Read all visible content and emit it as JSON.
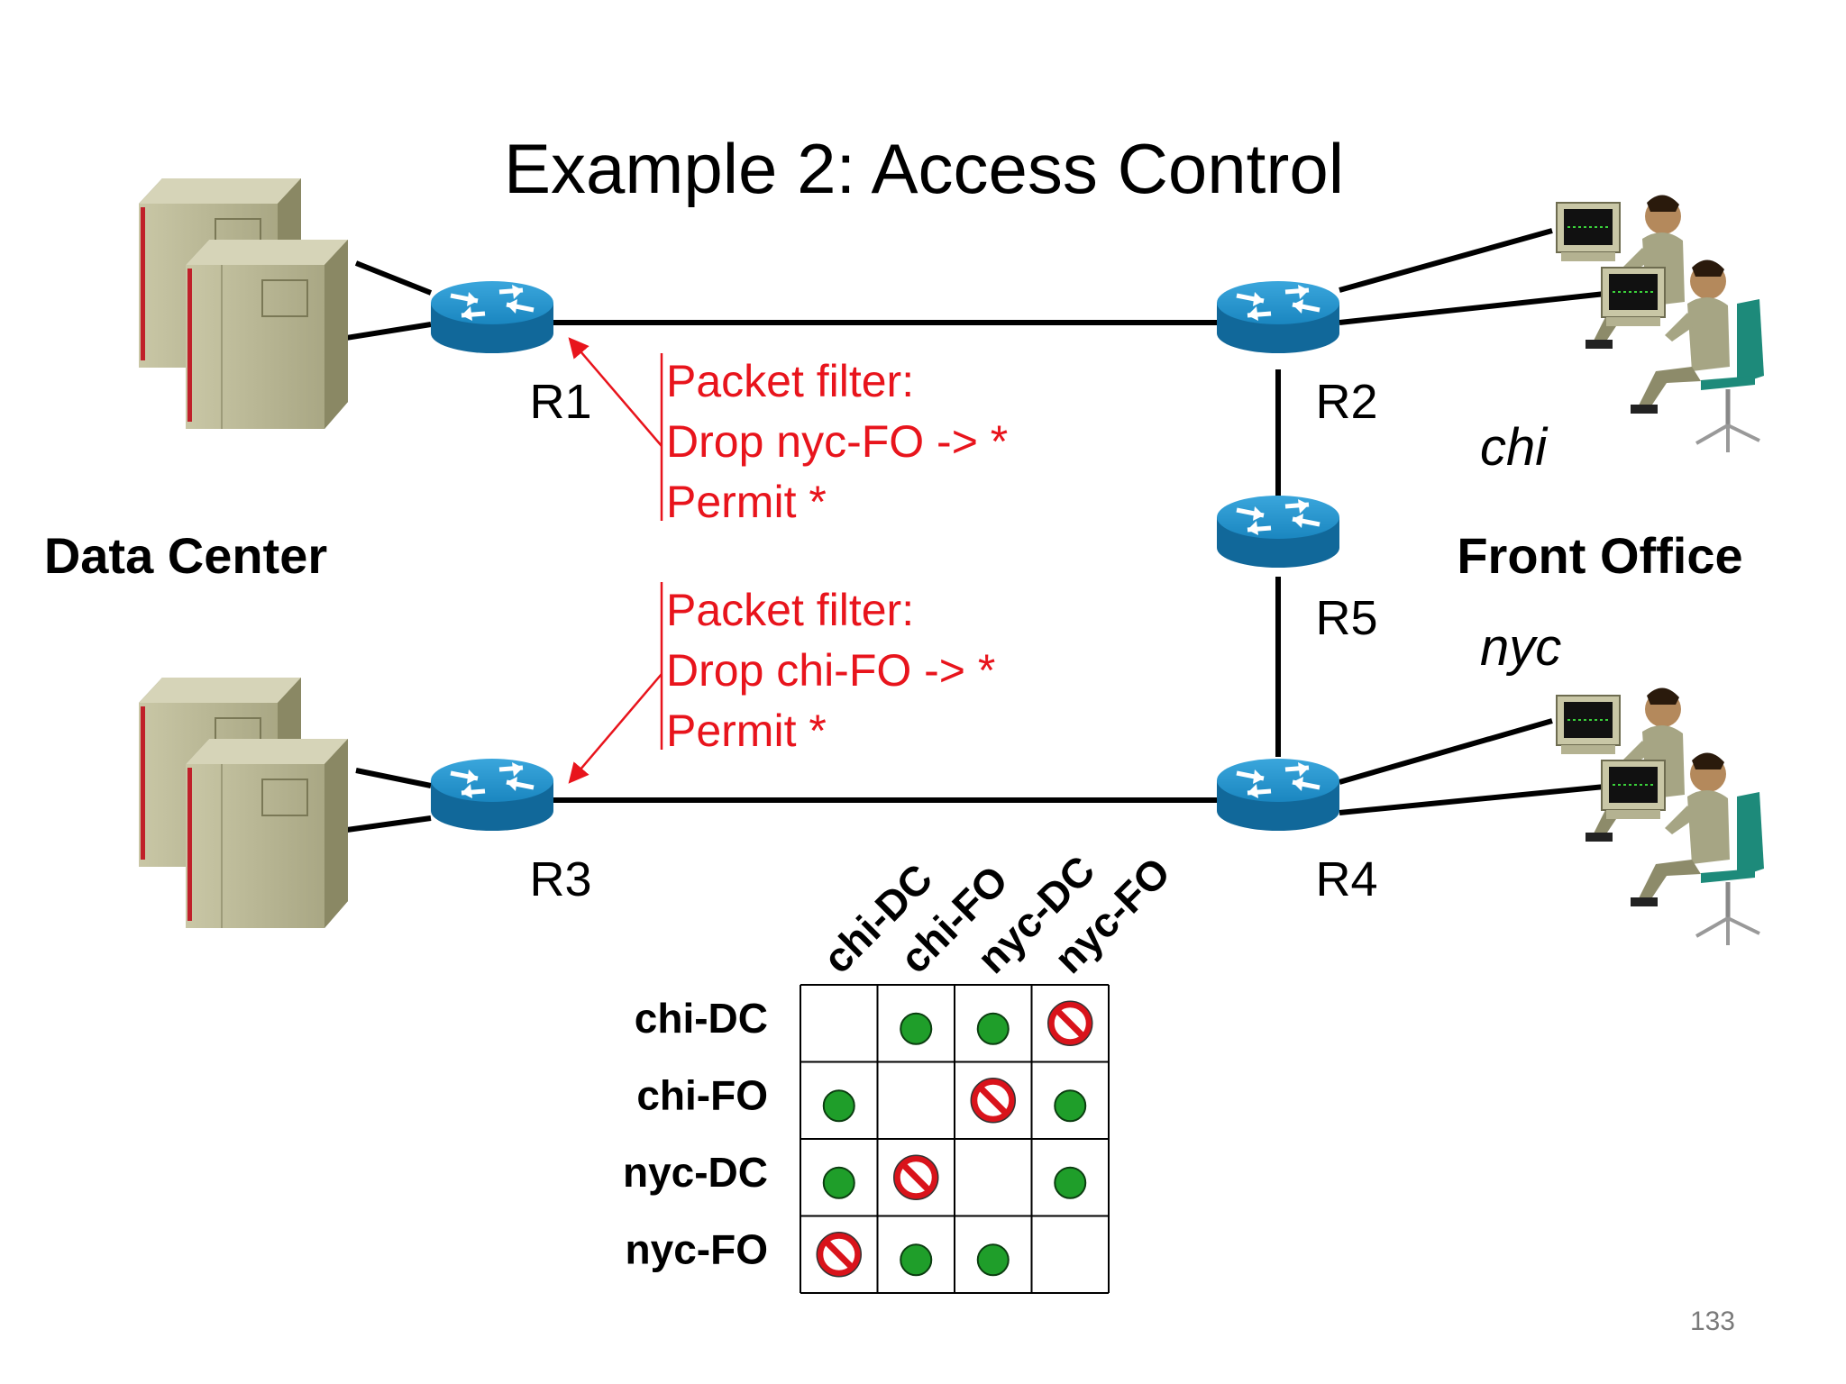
{
  "title": "Example 2: Access Control",
  "page_number": "133",
  "sites": {
    "left": "Data Center",
    "right": "Front Office",
    "right_top_city": "chi",
    "right_bottom_city": "nyc"
  },
  "routers": [
    {
      "id": "R1",
      "label": "R1"
    },
    {
      "id": "R2",
      "label": "R2"
    },
    {
      "id": "R3",
      "label": "R3"
    },
    {
      "id": "R4",
      "label": "R4"
    },
    {
      "id": "R5",
      "label": "R5"
    }
  ],
  "filters": [
    {
      "target": "R1",
      "lines": [
        "Packet filter:",
        "Drop nyc-FO -> *",
        "Permit *"
      ]
    },
    {
      "target": "R3",
      "lines": [
        "Packet filter:",
        "Drop chi-FO -> *",
        "Permit *"
      ]
    }
  ],
  "matrix": {
    "columns": [
      "chi-DC",
      "chi-FO",
      "nyc-DC",
      "nyc-FO"
    ],
    "rows": [
      {
        "label": "chi-DC",
        "cells": [
          "none",
          "allow",
          "allow",
          "deny"
        ]
      },
      {
        "label": "chi-FO",
        "cells": [
          "allow",
          "none",
          "deny",
          "allow"
        ]
      },
      {
        "label": "nyc-DC",
        "cells": [
          "allow",
          "deny",
          "none",
          "allow"
        ]
      },
      {
        "label": "nyc-FO",
        "cells": [
          "deny",
          "allow",
          "allow",
          "none"
        ]
      }
    ]
  },
  "colors": {
    "filter_text": "#e8141c",
    "router": "#1a86c0",
    "allow": "#1f9e2a",
    "deny": "#d9131b",
    "link": "#000000"
  }
}
